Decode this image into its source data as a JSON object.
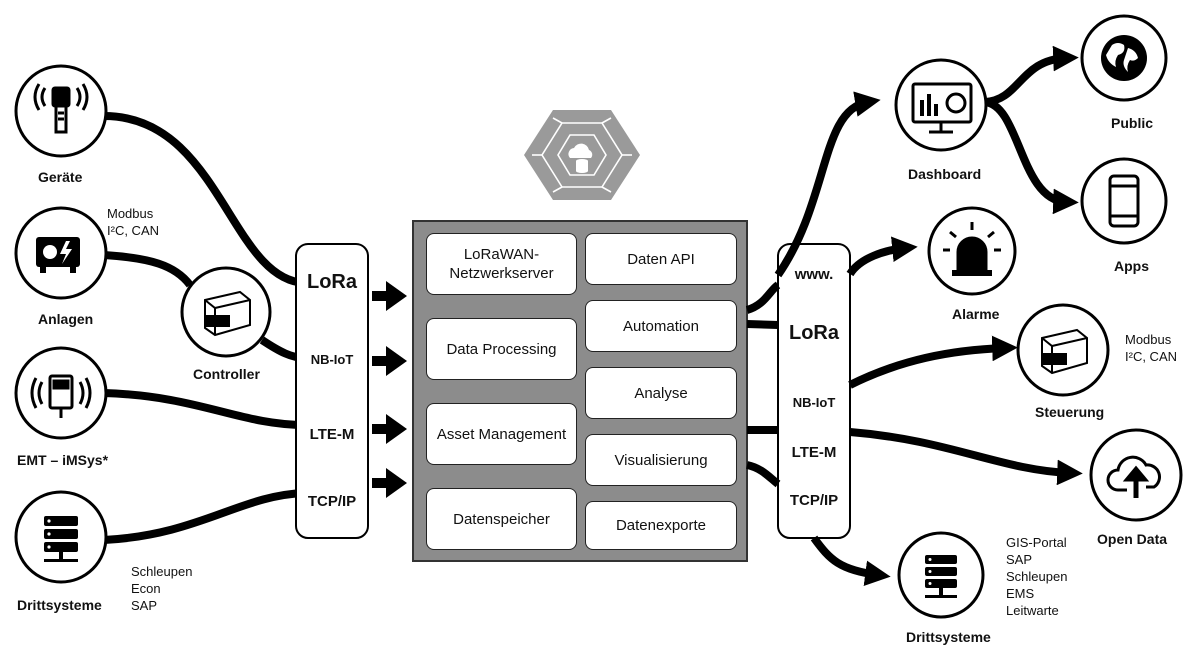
{
  "left": {
    "geraete": "Geräte",
    "anlagen": "Anlagen",
    "anlagen_protocols": "Modbus\nI²C, CAN",
    "controller": "Controller",
    "emt": "EMT – iMSys*",
    "drittsysteme": "Drittsysteme",
    "drittsysteme_items": "Schleupen\nEcon\nSAP"
  },
  "protocols_left": [
    "LoRa",
    "NB-IoT",
    "LTE-M",
    "TCP/IP"
  ],
  "hub": {
    "boxes": {
      "lorawan": "LoRaWAN-\nNetzwerkserver",
      "data_processing": "Data Processing",
      "asset_management": "Asset Management",
      "datenspeicher": "Datenspeicher",
      "daten_api": "Daten API",
      "automation": "Automation",
      "analyse": "Analyse",
      "visualisierung": "Visualisierung",
      "datenexporte": "Datenexporte"
    }
  },
  "protocols_right": [
    "www.",
    "LoRa",
    "NB-IoT",
    "LTE-M",
    "TCP/IP"
  ],
  "right": {
    "dashboard": "Dashboard",
    "public": "Public",
    "apps": "Apps",
    "alarme": "Alarme",
    "steuerung": "Steuerung",
    "steuerung_protocols": "Modbus\nI²C, CAN",
    "open_data": "Open Data",
    "drittsysteme": "Drittsysteme",
    "drittsysteme_items": "GIS-Portal\nSAP\nSchleupen\nEMS\nLeitwarte"
  },
  "colors": {
    "hub_bg": "#8c8c8c",
    "line": "#000000",
    "hex_logo": "#9a9a9a"
  }
}
